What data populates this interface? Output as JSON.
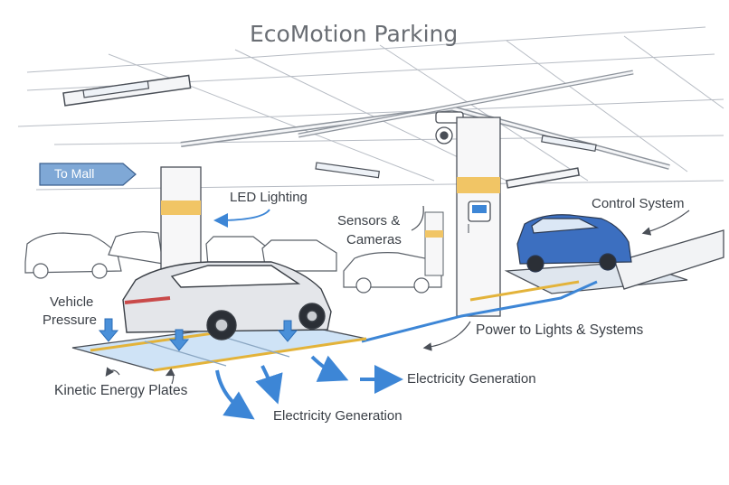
{
  "title": "EcoMotion Parking",
  "sign": {
    "text": "To Mall"
  },
  "labels": {
    "led_lighting": "LED Lighting",
    "sensors_cameras_line1": "Sensors &",
    "sensors_cameras_line2": "Cameras",
    "control_system": "Control System",
    "vehicle_pressure_line1": "Vehicle",
    "vehicle_pressure_line2": "Pressure",
    "power_to_lights": "Power to Lights & Systems",
    "kinetic_energy_plates": "Kinetic Energy Plates",
    "electricity_generation_right": "Electricity Generation",
    "electricity_generation_bottom": "Electricity Generation"
  },
  "colors": {
    "line": "#4a4f57",
    "light_line": "#b7bcc4",
    "accent_blue": "#3d86d6",
    "arrow_blue": "#4a90d9",
    "plate_blue": "#cfe3f6",
    "pillar_band": "#f1c565",
    "car_silver": "#e4e6ea",
    "car_blue": "#3c6fc0",
    "yellow_stripe": "#e3b33a"
  },
  "icons": [
    "camera-icon",
    "control-panel-icon",
    "led-light-icon",
    "direction-sign-icon",
    "pressure-arrow-icon",
    "energy-flow-arrow-icon"
  ]
}
